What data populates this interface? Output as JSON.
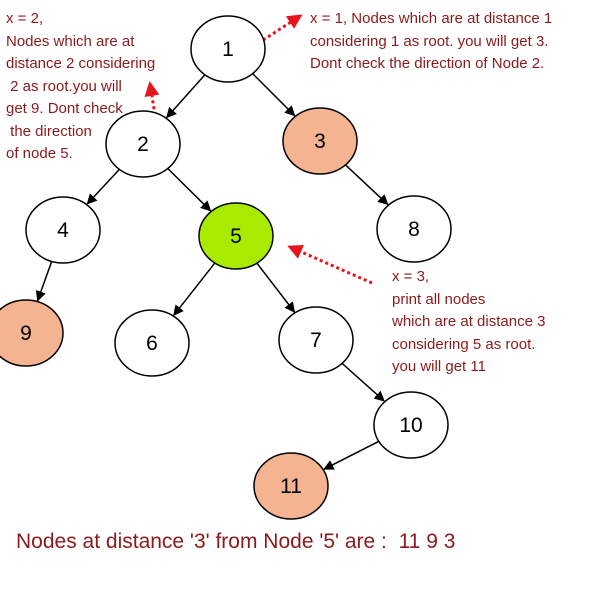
{
  "tree": {
    "nodes": [
      {
        "id": "n1",
        "label": "1",
        "fill": "#ffffff"
      },
      {
        "id": "n2",
        "label": "2",
        "fill": "#ffffff"
      },
      {
        "id": "n3",
        "label": "3",
        "fill": "#f4b391"
      },
      {
        "id": "n4",
        "label": "4",
        "fill": "#ffffff"
      },
      {
        "id": "n5",
        "label": "5",
        "fill": "#a8ea00"
      },
      {
        "id": "n8",
        "label": "8",
        "fill": "#ffffff"
      },
      {
        "id": "n9",
        "label": "9",
        "fill": "#f4b391"
      },
      {
        "id": "n6",
        "label": "6",
        "fill": "#ffffff"
      },
      {
        "id": "n7",
        "label": "7",
        "fill": "#ffffff"
      },
      {
        "id": "n10",
        "label": "10",
        "fill": "#ffffff"
      },
      {
        "id": "n11",
        "label": "11",
        "fill": "#f4b391"
      }
    ],
    "edges": [
      [
        "n1",
        "n2"
      ],
      [
        "n1",
        "n3"
      ],
      [
        "n2",
        "n4"
      ],
      [
        "n2",
        "n5"
      ],
      [
        "n3",
        "n8"
      ],
      [
        "n4",
        "n9"
      ],
      [
        "n5",
        "n6"
      ],
      [
        "n5",
        "n7"
      ],
      [
        "n7",
        "n10"
      ],
      [
        "n10",
        "n11"
      ]
    ]
  },
  "annotations": {
    "x1_text": "x = 1, Nodes which are at distance 1\nconsidering 1 as root. you will get 3.\nDont check the direction of Node 2.",
    "x2_text": "x = 2,\nNodes which are at\ndistance 2 considering\n 2 as root.you will\nget 9. Dont check\n the direction\nof node 5.",
    "x3_text": "x = 3,\nprint all nodes\nwhich are at distance 3\nconsidering 5 as root.\nyou will get 11"
  },
  "result_text": "Nodes at distance '3' from Node '5' are :  11 9 3",
  "colors": {
    "text": "#8b1a1a",
    "arrow": "#e8141c",
    "edge": "#000000",
    "highlight_target": "#f4b391",
    "highlight_source": "#a8ea00"
  }
}
